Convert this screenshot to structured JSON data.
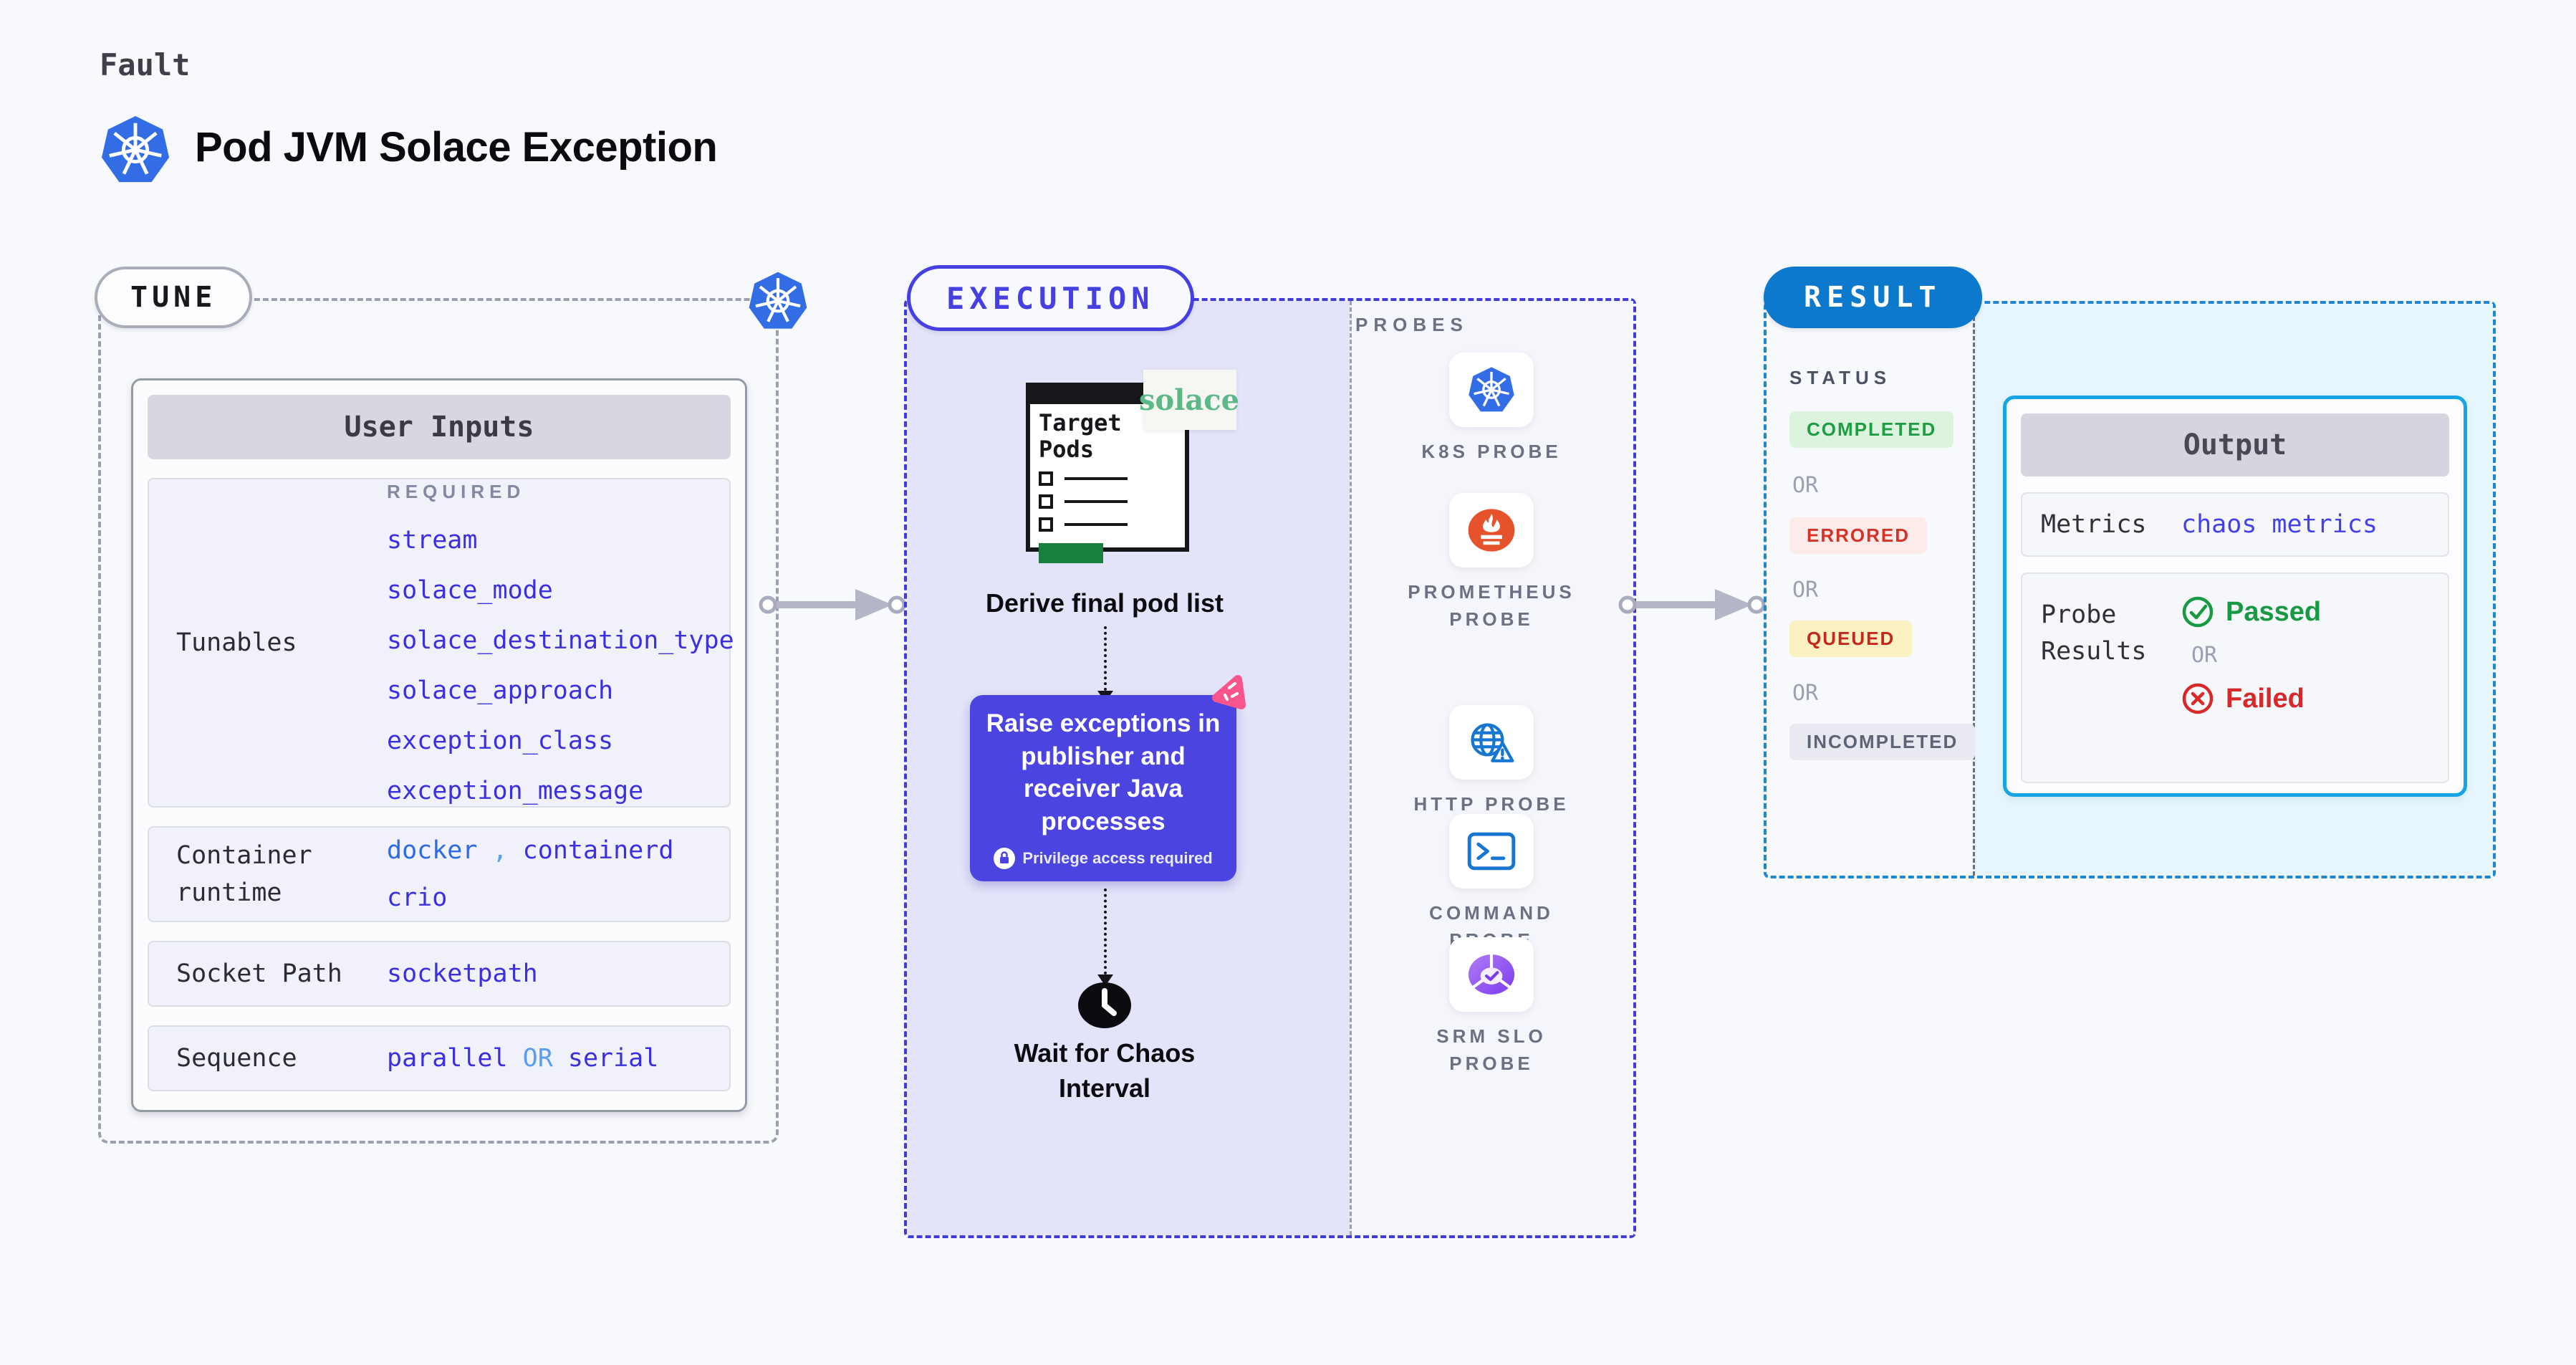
{
  "header": {
    "eyebrow": "Fault",
    "title": "Pod JVM Solace Exception"
  },
  "tune": {
    "badge_label": "TUNE",
    "card_title": "User Inputs",
    "required_label": "REQUIRED",
    "tunables_label": "Tunables",
    "tunable_values": [
      "stream",
      "solace_mode",
      "solace_destination_type",
      "solace_approach",
      "exception_class",
      "exception_message"
    ],
    "container_runtime_label": "Container runtime",
    "container_runtime_values": [
      "docker",
      "containerd",
      "crio"
    ],
    "container_runtime_separator": ",",
    "socket_path_label": "Socket Path",
    "socket_path_value": "socketpath",
    "sequence_label": "Sequence",
    "sequence_value_1": "parallel",
    "sequence_or": "OR",
    "sequence_value_2": "serial"
  },
  "execution": {
    "badge_label": "EXECUTION",
    "window_title": "Target Pods",
    "solace_logo_text": "solace",
    "derive_step": "Derive final pod list",
    "raise_step": "Raise exceptions in publisher and receiver Java processes",
    "privilege_note": "Privilege access required",
    "wait_step": "Wait for Chaos Interval",
    "probes_title": "PROBES",
    "probes": [
      {
        "label": "K8S PROBE",
        "icon": "kubernetes-icon"
      },
      {
        "label": "PROMETHEUS PROBE",
        "icon": "prometheus-icon"
      },
      {
        "label": "HTTP PROBE",
        "icon": "globe-alert-icon"
      },
      {
        "label": "COMMAND PROBE",
        "icon": "terminal-icon"
      },
      {
        "label": "SRM SLO PROBE",
        "icon": "slo-gauge-check-icon"
      }
    ]
  },
  "result": {
    "badge_label": "RESULT",
    "status_title": "STATUS",
    "or_label": "OR",
    "statuses": [
      {
        "label": "COMPLETED",
        "text_color": "#1f9d44",
        "bg_color": "#dcf3de"
      },
      {
        "label": "ERRORED",
        "text_color": "#d63228",
        "bg_color": "#fcebe9"
      },
      {
        "label": "QUEUED",
        "text_color": "#c4281c",
        "bg_color": "#fbf0c2"
      },
      {
        "label": "INCOMPLETED",
        "text_color": "#5d6475",
        "bg_color": "#e9eaf1"
      }
    ],
    "output": {
      "title": "Output",
      "metrics_label": "Metrics",
      "metrics_value": "chaos metrics",
      "probe_results_label": "Probe Results",
      "passed_label": "Passed",
      "or_label": "OR",
      "failed_label": "Failed"
    }
  },
  "colors": {
    "page_background": "#f8f9fd",
    "kubernetes_blue": "#326de6",
    "indigo_value": "#3b30df",
    "link_blue": "#2d6ae4",
    "light_blue_or": "#5a9df0",
    "execution_indigo": "#4540df",
    "execution_fill": "#e3e3f9",
    "purple_box": "#4b44e0",
    "result_pill_blue": "#0d79cd",
    "result_fill": "#e7f6fc",
    "output_cyan_border": "#15a5e5",
    "prometheus_orange": "#e6522c",
    "solace_green": "#5cb987",
    "pink_accent": "#f9558c",
    "passed_green": "#189a43",
    "failed_red": "#d7282a",
    "target_green_bar": "#17803f"
  }
}
